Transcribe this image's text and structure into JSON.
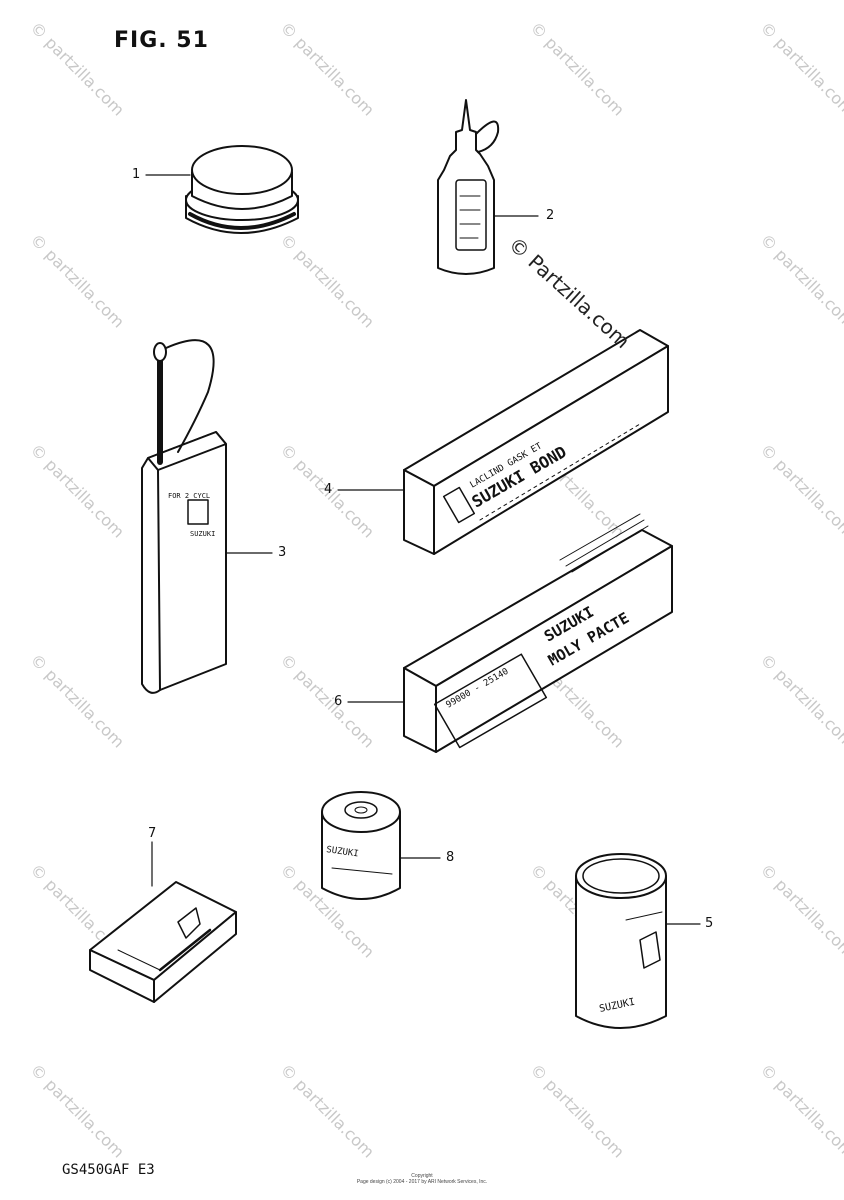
{
  "figure": {
    "title": "FIG. 51",
    "model_code": "GS450GAF  E3",
    "copyright_line1": "Copyright",
    "copyright_line2": "Page design (c) 2004 - 2017 by ARI Network Services, Inc."
  },
  "watermark": {
    "text": "© partzilla.com",
    "center_text": "© Partzilla.com"
  },
  "labels": {
    "box4_line1": "LACLIND GASK ET",
    "box4_line2": "SUZUKI BOND",
    "box6_line1": "SUZUKI",
    "box6_line2": "MOLY PACTE",
    "box6_part": "99000 - 25140",
    "can8_label": "SUZUKI",
    "can5_label": "SUZUKI"
  },
  "callouts": [
    {
      "number": "1",
      "item": "round-container"
    },
    {
      "number": "2",
      "item": "oil-bottle"
    },
    {
      "number": "3",
      "item": "oil-can"
    },
    {
      "number": "4",
      "item": "suzuki-bond-box"
    },
    {
      "number": "5",
      "item": "tall-can"
    },
    {
      "number": "6",
      "item": "moly-paste-box"
    },
    {
      "number": "7",
      "item": "flat-case"
    },
    {
      "number": "8",
      "item": "short-can"
    }
  ]
}
